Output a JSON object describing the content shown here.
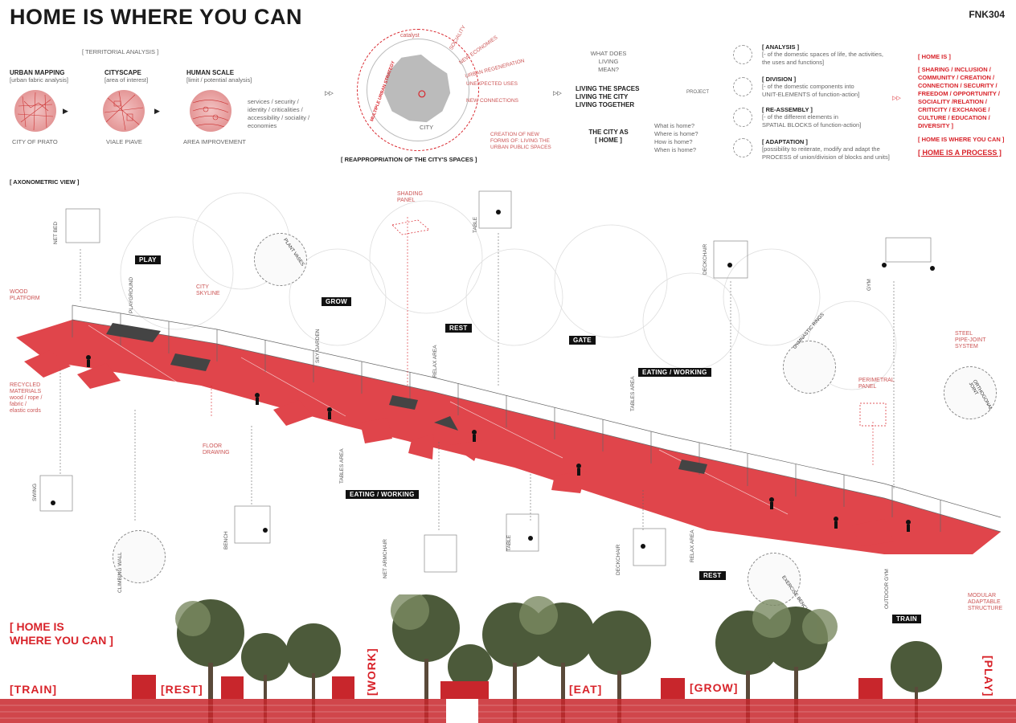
{
  "header": {
    "title": "HOME IS WHERE YOU CAN",
    "code": "FNK304"
  },
  "territorial": {
    "heading": "[ TERRITORIAL ANALYSIS ]",
    "cols": [
      {
        "title": "URBAN MAPPING",
        "sub": "[urban fabric analysis]",
        "caption": "CITY OF PRATO"
      },
      {
        "title": "CITYSCAPE",
        "sub": "[area of interest]",
        "caption": "VIALE PIAVE"
      },
      {
        "title": "HUMAN SCALE",
        "sub": "[limit / potential analysis]",
        "caption": "AREA IMPROVEMENT"
      }
    ],
    "factors": "services / security / identity / criticalities / accessibility / sociality / economies"
  },
  "catalyst": {
    "label": "catalyst",
    "arc": "MULTIPLE URBAN STRATEGY",
    "items": [
      "SOCIALITY",
      "NEW ECONOMIES",
      "URBAN REGENERATION",
      "UNEXPECTED USES",
      "NEW CONNECTIONS"
    ],
    "city": "CITY",
    "creation1": "CREATION OF NEW",
    "creation2": "FORMS OF: LIVING THE",
    "creation3": "URBAN PUBLIC SPACES",
    "reappropriation": "[ REAPPROPRIATION OF THE CITY'S SPACES ]"
  },
  "living": {
    "q1": "WHAT DOES LIVING",
    "q2": "MEAN?",
    "l1": "LIVING THE SPACES",
    "l2": "LIVING THE CITY",
    "l3": "LIVING TOGETHER",
    "c1": "THE CITY AS",
    "c2": "[ HOME ]",
    "questions": [
      "What is home?",
      "Where is home?",
      "How is home?",
      "When is home?"
    ],
    "project": "PROJECT"
  },
  "process": [
    {
      "title": "[ ANALYSIS ]",
      "t1": "[- of the domestic spaces of life, the activities,",
      "t2": "the uses and functions]"
    },
    {
      "title": "[ DIVISION ]",
      "t1": "[- of the domestic components into",
      "t2": "UNIT-ELEMENTS of function-action]"
    },
    {
      "title": "[ RE-ASSEMBLY ]",
      "t1": "[- of the different elements in",
      "t2": "SPATIAL BLOCKS of function-action]"
    },
    {
      "title": "[ ADAPTATION ]",
      "t1": "[possibility to reiterate, modify and adapt the",
      "t2": "PROCESS of union/division of blocks and units]"
    }
  ],
  "homeis": {
    "title": "[ HOME IS ]",
    "lines": [
      "[ SHARING / INCLUSION /",
      "COMMUNITY / CREATION /",
      "CONNECTION / SECURITY /",
      "FREEDOM / OPPORTUNITY /",
      "SOCIALITY /RELATION /",
      "CRITICITY / EXCHANGE /",
      "CULTURE / EDUCATION /",
      "DIVERSITY ]"
    ],
    "where": "[ HOME IS WHERE YOU CAN ]",
    "process": "[ HOME IS A PROCESS ]"
  },
  "axo": {
    "heading": "[ AXONOMETRIC VIEW ]",
    "tags": [
      "PLAY",
      "GROW",
      "REST",
      "GATE",
      "EATING / WORKING",
      "EATING / WORKING",
      "REST",
      "TRAIN"
    ],
    "notes": {
      "wood1": "WOOD",
      "wood2": "PLATFORM",
      "rec1": "RECYCLED",
      "rec2": "MATERIALS",
      "rec3": "wood / rope /",
      "rec4": "fabric /",
      "rec5": "elastic cords",
      "floor1": "FLOOR",
      "floor2": "DRAWING",
      "city1": "CITY",
      "city2": "SKYLINE",
      "shade1": "SHADING",
      "shade2": "PANEL",
      "perim1": "PERIMETRAL",
      "perim2": "PANEL",
      "steel1": "STEEL",
      "steel2": "PIPE-JOINT",
      "steel3": "SYSTEM",
      "mod1": "MODULAR",
      "mod2": "ADAPTABLE",
      "mod3": "STRUCTURE"
    },
    "vlabels": [
      "NET BED",
      "PLAYGROUND",
      "SWING",
      "CLIMBING WALL",
      "BENCH",
      "TABLE",
      "SKY GARDEN",
      "RELAX AREA",
      "TABLES AREA",
      "NET ARMCHAIR",
      "TABLE",
      "DECKCHAIR",
      "DECKCHAIR",
      "RELAX AREA",
      "TABLES AREA",
      "GYM",
      "OUTDOOR GYM",
      "GYMNASTIC RINGS",
      "EXERCISE BENCH",
      "ORTHOGONAL JOINT",
      "PLANT VASES"
    ]
  },
  "bottom": {
    "slogan1": "[ HOME IS",
    "slogan2": "WHERE YOU CAN ]",
    "zones": [
      "[TRAIN]",
      "[REST]",
      "[WORK]",
      "[EAT]",
      "[GROW]",
      "[PLAY]"
    ]
  },
  "colors": {
    "accent": "#d8232a",
    "dark": "#111111"
  }
}
